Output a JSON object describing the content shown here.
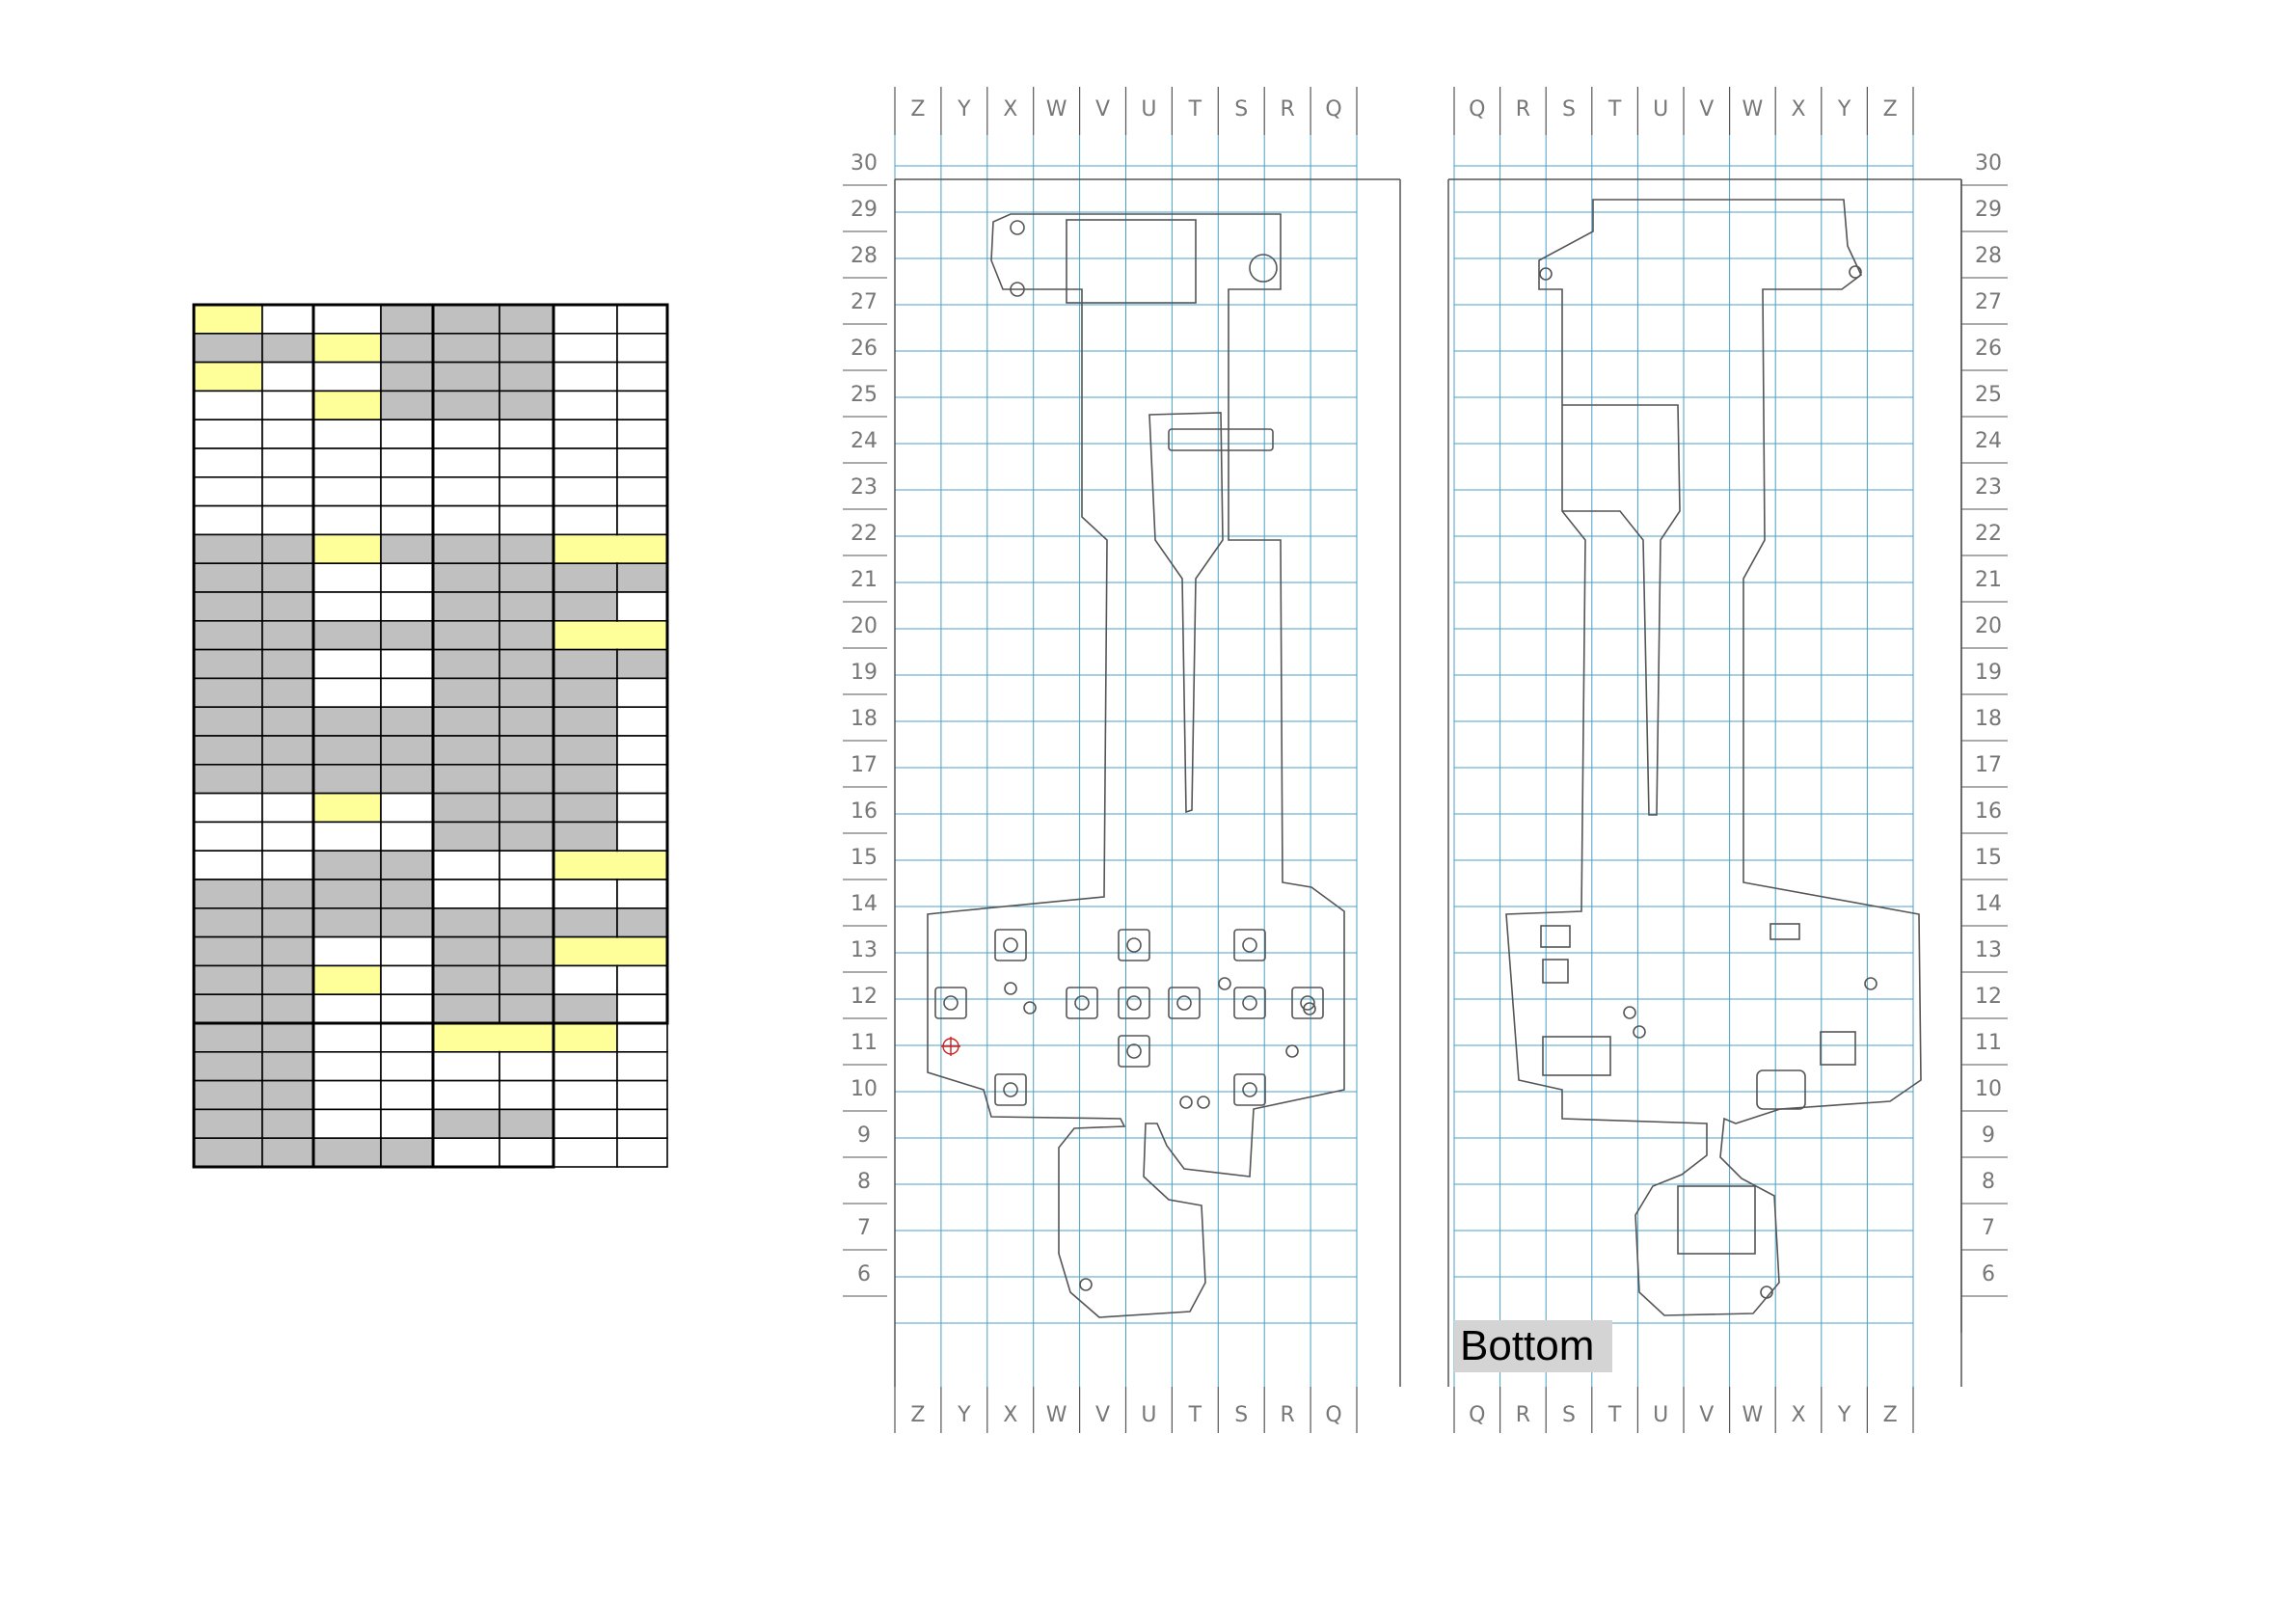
{
  "view_title": "Bottom",
  "colors": {
    "table_gray": "#c0c0c0",
    "table_yellow": "#ffff99",
    "table_white": "#ffffff",
    "grid_line": "#4aa0c4",
    "pcb_outline": "#555555",
    "marker_red": "#d02020",
    "label_gray": "#777777"
  },
  "legend_table": {
    "row_fills_left": [
      [
        "Y",
        "W",
        "W",
        "G",
        "G",
        "W",
        "W"
      ],
      [
        "G",
        "G",
        "Y",
        "G",
        "G",
        "W",
        "W"
      ],
      [
        "Y",
        "W",
        "W",
        "G",
        "G",
        "W",
        "W"
      ],
      [
        "W",
        "W",
        "Y",
        "G",
        "G",
        "W",
        "W"
      ],
      [
        "W",
        "W",
        "W",
        "W",
        "W",
        "W",
        "W"
      ],
      [
        "W",
        "W",
        "W",
        "W",
        "W",
        "W",
        "W"
      ],
      [
        "W",
        "W",
        "W",
        "W",
        "W",
        "W",
        "W"
      ],
      [
        "W",
        "W",
        "W",
        "W",
        "W",
        "W",
        "W"
      ],
      [
        "G",
        "G",
        "Y",
        "G",
        "G",
        "Y",
        "Y"
      ],
      [
        "G",
        "G",
        "W",
        "W",
        "G",
        "G",
        "G"
      ],
      [
        "G",
        "G",
        "W",
        "W",
        "G",
        "G",
        "W"
      ],
      [
        "G",
        "G",
        "G",
        "G",
        "G",
        "Y",
        "Y"
      ],
      [
        "G",
        "G",
        "W",
        "W",
        "G",
        "G",
        "G"
      ],
      [
        "G",
        "G",
        "W",
        "W",
        "G",
        "G",
        "W"
      ],
      [
        "G",
        "G",
        "G",
        "G",
        "G",
        "G",
        "W"
      ],
      [
        "G",
        "G",
        "G",
        "G",
        "G",
        "G",
        "W"
      ],
      [
        "G",
        "G",
        "G",
        "G",
        "G",
        "G",
        "W"
      ],
      [
        "W",
        "W",
        "Y",
        "W",
        "G",
        "G",
        "W"
      ],
      [
        "W",
        "W",
        "W",
        "W",
        "G",
        "G",
        "W"
      ],
      [
        "W",
        "W",
        "G",
        "G",
        "W",
        "Y",
        "Y"
      ],
      [
        "G",
        "G",
        "G",
        "G",
        "W",
        "W",
        "W"
      ],
      [
        "G",
        "G",
        "G",
        "G",
        "G",
        "G",
        "G"
      ],
      [
        "G",
        "G",
        "W",
        "W",
        "G",
        "Y",
        "Y"
      ],
      [
        "G",
        "G",
        "Y",
        "W",
        "G",
        "W",
        "W"
      ],
      [
        "G",
        "G",
        "W",
        "W",
        "G",
        "G",
        "W"
      ],
      [
        "G",
        "G",
        "W",
        "W",
        "Y",
        "Y",
        "-"
      ],
      [
        "G",
        "G",
        "W",
        "W",
        "W",
        "W",
        "-"
      ],
      [
        "G",
        "G",
        "W",
        "W",
        "W",
        "W",
        "-"
      ],
      [
        "G",
        "G",
        "W",
        "W",
        "G",
        "W",
        "-"
      ],
      [
        "G",
        "G",
        "G",
        "G",
        "W",
        "W",
        "-"
      ]
    ]
  },
  "grid_top_view": {
    "columns": [
      "Z",
      "Y",
      "X",
      "W",
      "V",
      "U",
      "T",
      "S",
      "R",
      "Q"
    ],
    "rows": [
      "30",
      "29",
      "28",
      "27",
      "26",
      "25",
      "24",
      "23",
      "22",
      "21",
      "20",
      "19",
      "18",
      "17",
      "16",
      "15",
      "14",
      "13",
      "12",
      "11",
      "10",
      "9",
      "8",
      "7",
      "6"
    ]
  },
  "grid_bottom_view": {
    "columns": [
      "Q",
      "R",
      "S",
      "T",
      "U",
      "V",
      "W",
      "X",
      "Y",
      "Z"
    ],
    "rows": [
      "30",
      "29",
      "28",
      "27",
      "26",
      "25",
      "24",
      "23",
      "22",
      "21",
      "20",
      "19",
      "18",
      "17",
      "16",
      "15",
      "14",
      "13",
      "12",
      "11",
      "10",
      "9",
      "8",
      "7",
      "6"
    ]
  }
}
